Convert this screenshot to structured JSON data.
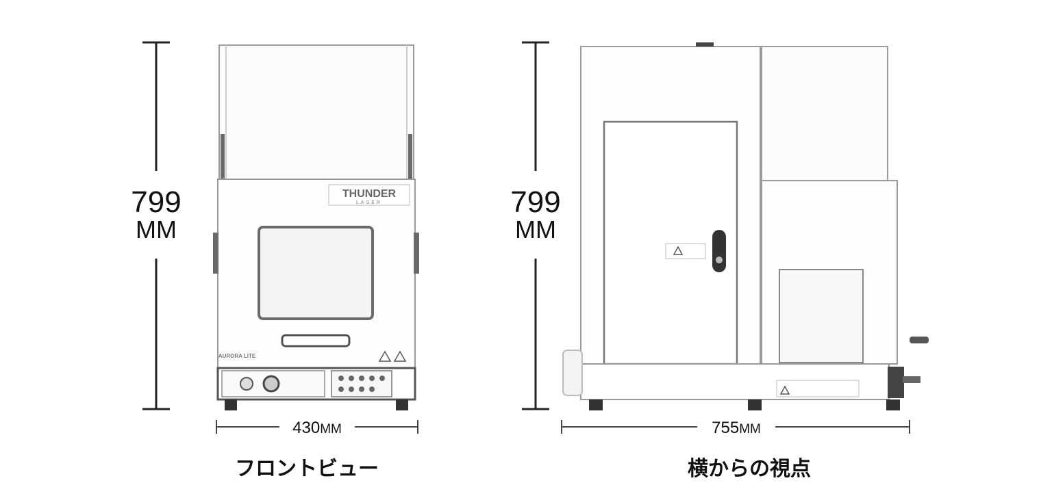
{
  "front": {
    "height_value": "799",
    "height_unit": "MM",
    "width_value": "430",
    "width_unit": "MM",
    "brand_main": "THUNDER",
    "brand_sub": "LASER",
    "model_label": "AURORA LITE",
    "caption": "フロントビュー"
  },
  "side": {
    "height_value": "799",
    "height_unit": "MM",
    "width_value": "755",
    "width_unit": "MM",
    "caption": "横からの視点"
  }
}
